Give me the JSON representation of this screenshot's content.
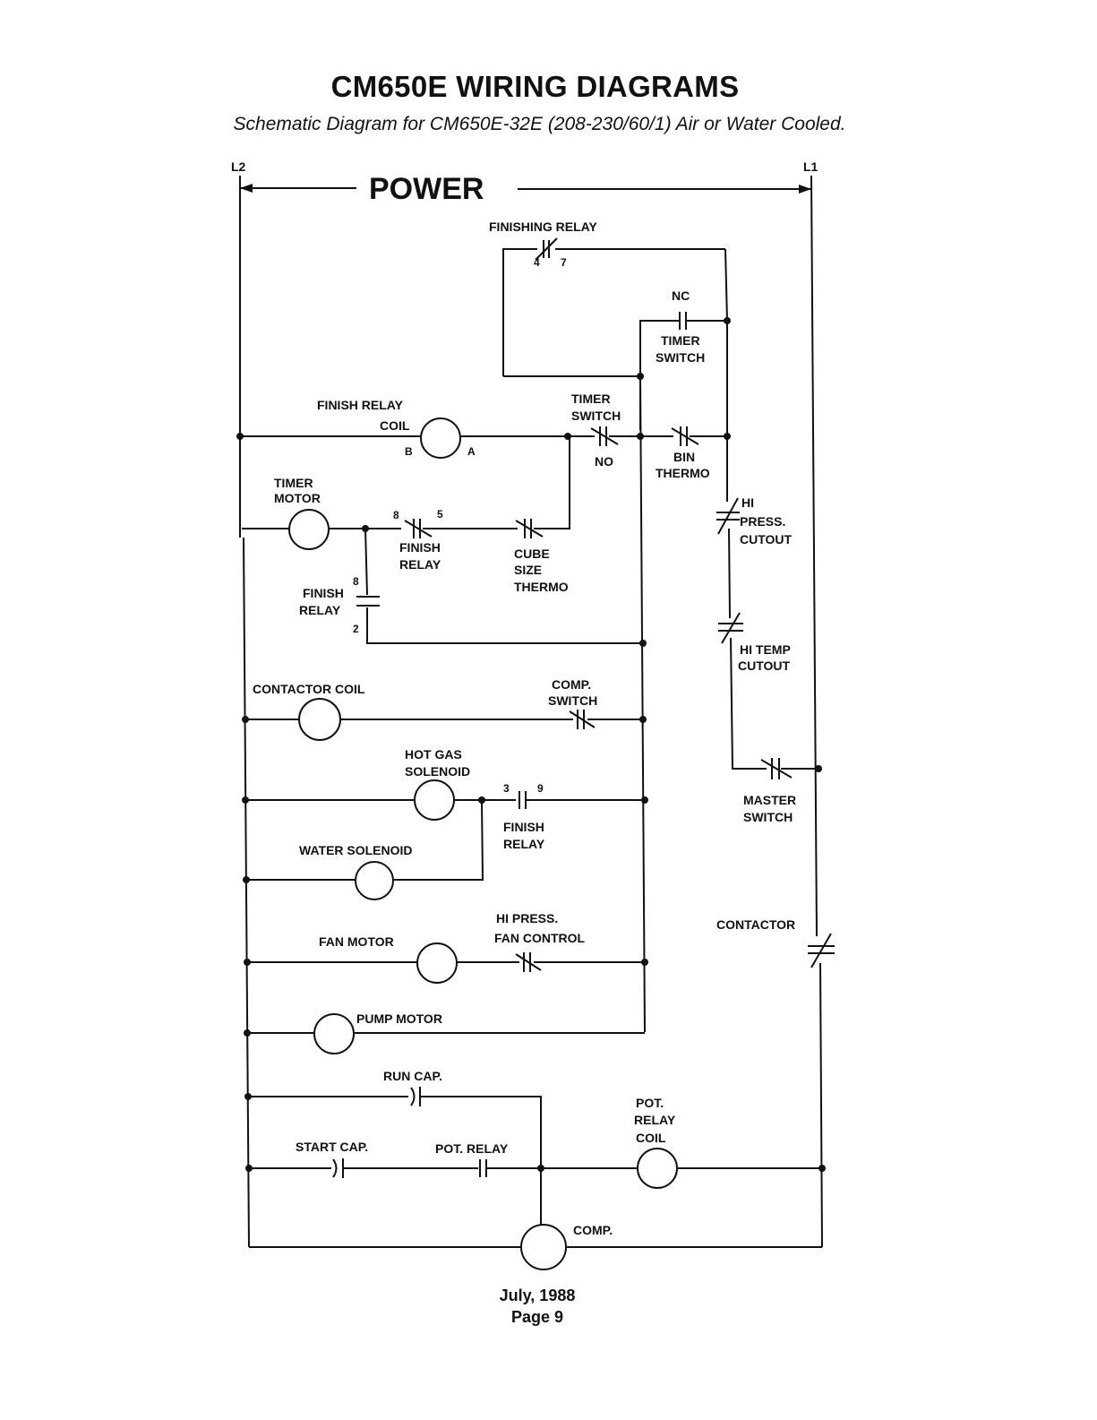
{
  "document": {
    "title": "CM650E  WIRING DIAGRAMS",
    "subtitle": "Schematic Diagram for CM650E-32E (208-230/60/1) Air or Water Cooled.",
    "footer_date": "July, 1988",
    "footer_page": "Page 9"
  },
  "diagram": {
    "power": "POWER",
    "l2": "L2",
    "l1": "L1",
    "finishing_relay": "FINISHING RELAY",
    "finishing_relay_pin_a": "4",
    "finishing_relay_pin_b": "7",
    "nc": "NC",
    "timer_switch_nc_1": "TIMER",
    "timer_switch_nc_2": "SWITCH",
    "finish_relay_coil_1": "FINISH RELAY",
    "finish_relay_coil_2": "COIL",
    "coil_b": "B",
    "coil_a": "A",
    "timer_switch_no_1": "TIMER",
    "timer_switch_no_2": "SWITCH",
    "no": "NO",
    "bin_thermo_1": "BIN",
    "bin_thermo_2": "THERMO",
    "timer_motor_1": "TIMER",
    "timer_motor_2": "MOTOR",
    "fr85_pin_8": "8",
    "fr85_pin_5": "5",
    "fr85_label_1": "FINISH",
    "fr85_label_2": "RELAY",
    "cube_size_1": "CUBE",
    "cube_size_2": "SIZE",
    "cube_size_3": "THERMO",
    "hi_press_1": "HI",
    "hi_press_2": "PRESS.",
    "hi_press_3": "CUTOUT",
    "fr82_pin_8": "8",
    "fr82_pin_2": "2",
    "fr82_label_1": "FINISH",
    "fr82_label_2": "RELAY",
    "hi_temp_1": "HI TEMP",
    "hi_temp_2": "CUTOUT",
    "contactor_coil": "CONTACTOR COIL",
    "comp_switch_1": "COMP.",
    "comp_switch_2": "SWITCH",
    "hot_gas_1": "HOT GAS",
    "hot_gas_2": "SOLENOID",
    "fr39_pin_3": "3",
    "fr39_pin_9": "9",
    "fr39_label_1": "FINISH",
    "fr39_label_2": "RELAY",
    "master_switch_1": "MASTER",
    "master_switch_2": "SWITCH",
    "water_solenoid": "WATER SOLENOID",
    "hi_press_fan_1": "HI PRESS.",
    "hi_press_fan_2": "FAN CONTROL",
    "contactor": "CONTACTOR",
    "fan_motor": "FAN MOTOR",
    "pump_motor": "PUMP MOTOR",
    "run_cap": "RUN CAP.",
    "pot_relay_coil_1": "POT.",
    "pot_relay_coil_2": "RELAY",
    "pot_relay_coil_3": "COIL",
    "start_cap": "START CAP.",
    "pot_relay": "POT. RELAY",
    "comp": "COMP."
  }
}
